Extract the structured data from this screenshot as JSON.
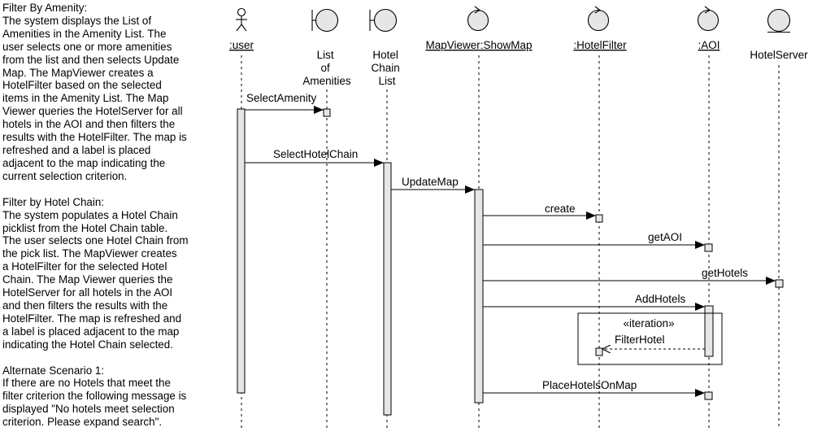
{
  "notes": [
    {
      "lines": [
        "Filter By Amenity:",
        "The system displays the List of",
        "Amenities in the Amenity List.  The",
        "user selects one or more amenities",
        "from the list and then selects Update",
        "Map.  The MapViewer creates a",
        "HotelFilter based on the selected",
        "items in the Amenity List.  The Map",
        "Viewer queries the HotelServer for all",
        "hotels in the AOI and then filters the",
        "results with the HotelFilter. The map is",
        "refreshed and a label is placed",
        "adjacent to the map indicating the",
        "current selection criterion."
      ]
    },
    {
      "lines": [
        "Filter by Hotel Chain:",
        "The system populates a Hotel Chain",
        "picklist from the Hotel Chain table.",
        "The user selects one Hotel Chain from",
        "the pick list.   The MapViewer creates",
        "a HotelFilter for the selected Hotel",
        "Chain.  The Map Viewer queries the",
        "HotelServer for all hotels in the AOI",
        "and then filters the results with the",
        "HotelFilter.  The map is refreshed and",
        "a label is placed adjacent to the map",
        "indicating the Hotel Chain selected."
      ]
    },
    {
      "lines": [
        "Alternate Scenario 1:",
        "If there are no Hotels that meet the",
        "filter criterion the following message is",
        "displayed \"No hotels meet selection",
        "criterion. Please expand search\"."
      ]
    }
  ],
  "participants": [
    {
      "id": "user",
      "kind": "actor",
      "label_lines": [
        ":user"
      ],
      "underline": true
    },
    {
      "id": "list-of-amenities",
      "kind": "boundary",
      "label_lines": [
        "List",
        "of",
        "Amenities"
      ],
      "underline": false
    },
    {
      "id": "hotel-chain-list",
      "kind": "boundary",
      "label_lines": [
        "Hotel",
        "Chain",
        "List"
      ],
      "underline": false
    },
    {
      "id": "mapviewer",
      "kind": "control",
      "label_lines": [
        "MapViewer:ShowMap"
      ],
      "underline": true
    },
    {
      "id": "hotelfilter",
      "kind": "control",
      "label_lines": [
        ":HotelFilter"
      ],
      "underline": true
    },
    {
      "id": "aoi",
      "kind": "control",
      "label_lines": [
        ":AOI"
      ],
      "underline": true
    },
    {
      "id": "hotelserver",
      "kind": "entity",
      "label_lines": [
        "HotelServer"
      ],
      "underline": false
    }
  ],
  "messages": [
    {
      "id": "select-amenity",
      "from": "user",
      "to": "list-of-amenities",
      "label": "SelectAmenity"
    },
    {
      "id": "select-hotel-chain",
      "from": "user",
      "to": "hotel-chain-list",
      "label": "SelectHotelChain"
    },
    {
      "id": "update-map",
      "from": "hotel-chain-list",
      "to": "mapviewer",
      "label": "UpdateMap"
    },
    {
      "id": "create",
      "from": "mapviewer",
      "to": "hotelfilter",
      "label": "create"
    },
    {
      "id": "get-aoi",
      "from": "mapviewer",
      "to": "aoi",
      "label": "getAOI"
    },
    {
      "id": "get-hotels",
      "from": "mapviewer",
      "to": "hotelserver",
      "label": "getHotels"
    },
    {
      "id": "add-hotels",
      "from": "mapviewer",
      "to": "aoi",
      "label": "AddHotels"
    },
    {
      "id": "filter-hotel",
      "from": "aoi",
      "to": "hotelfilter",
      "label": "FilterHotel",
      "style": "dashed"
    },
    {
      "id": "place-hotels-on-map",
      "from": "mapviewer",
      "to": "aoi",
      "label": "PlaceHotelsOnMap"
    }
  ],
  "fragment": {
    "stereotype": "«iteration»"
  }
}
